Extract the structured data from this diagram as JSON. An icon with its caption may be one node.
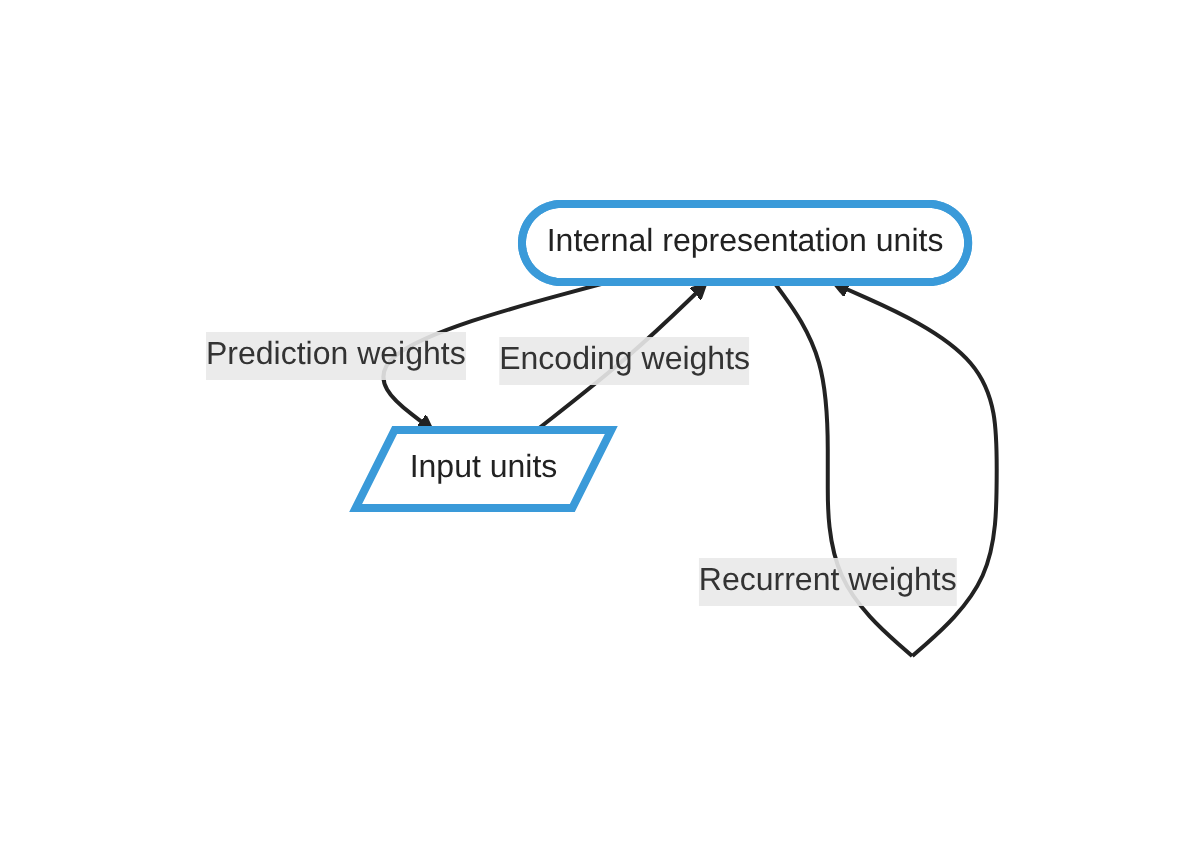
{
  "diagram": {
    "nodes": [
      {
        "text": [
          "Internal representation units"
        ]
      },
      {
        "text": [
          "Input units"
        ]
      }
    ],
    "edges": [
      {
        "from": 0,
        "to": 0,
        "arrow": "to",
        "label": "Recurrent weights"
      },
      {
        "from": 1,
        "to": 0,
        "arrow": "to",
        "label": "Encoding weights"
      },
      {
        "from": 0,
        "to": 1,
        "arrow": "to",
        "label": "Prediction weights"
      }
    ]
  }
}
